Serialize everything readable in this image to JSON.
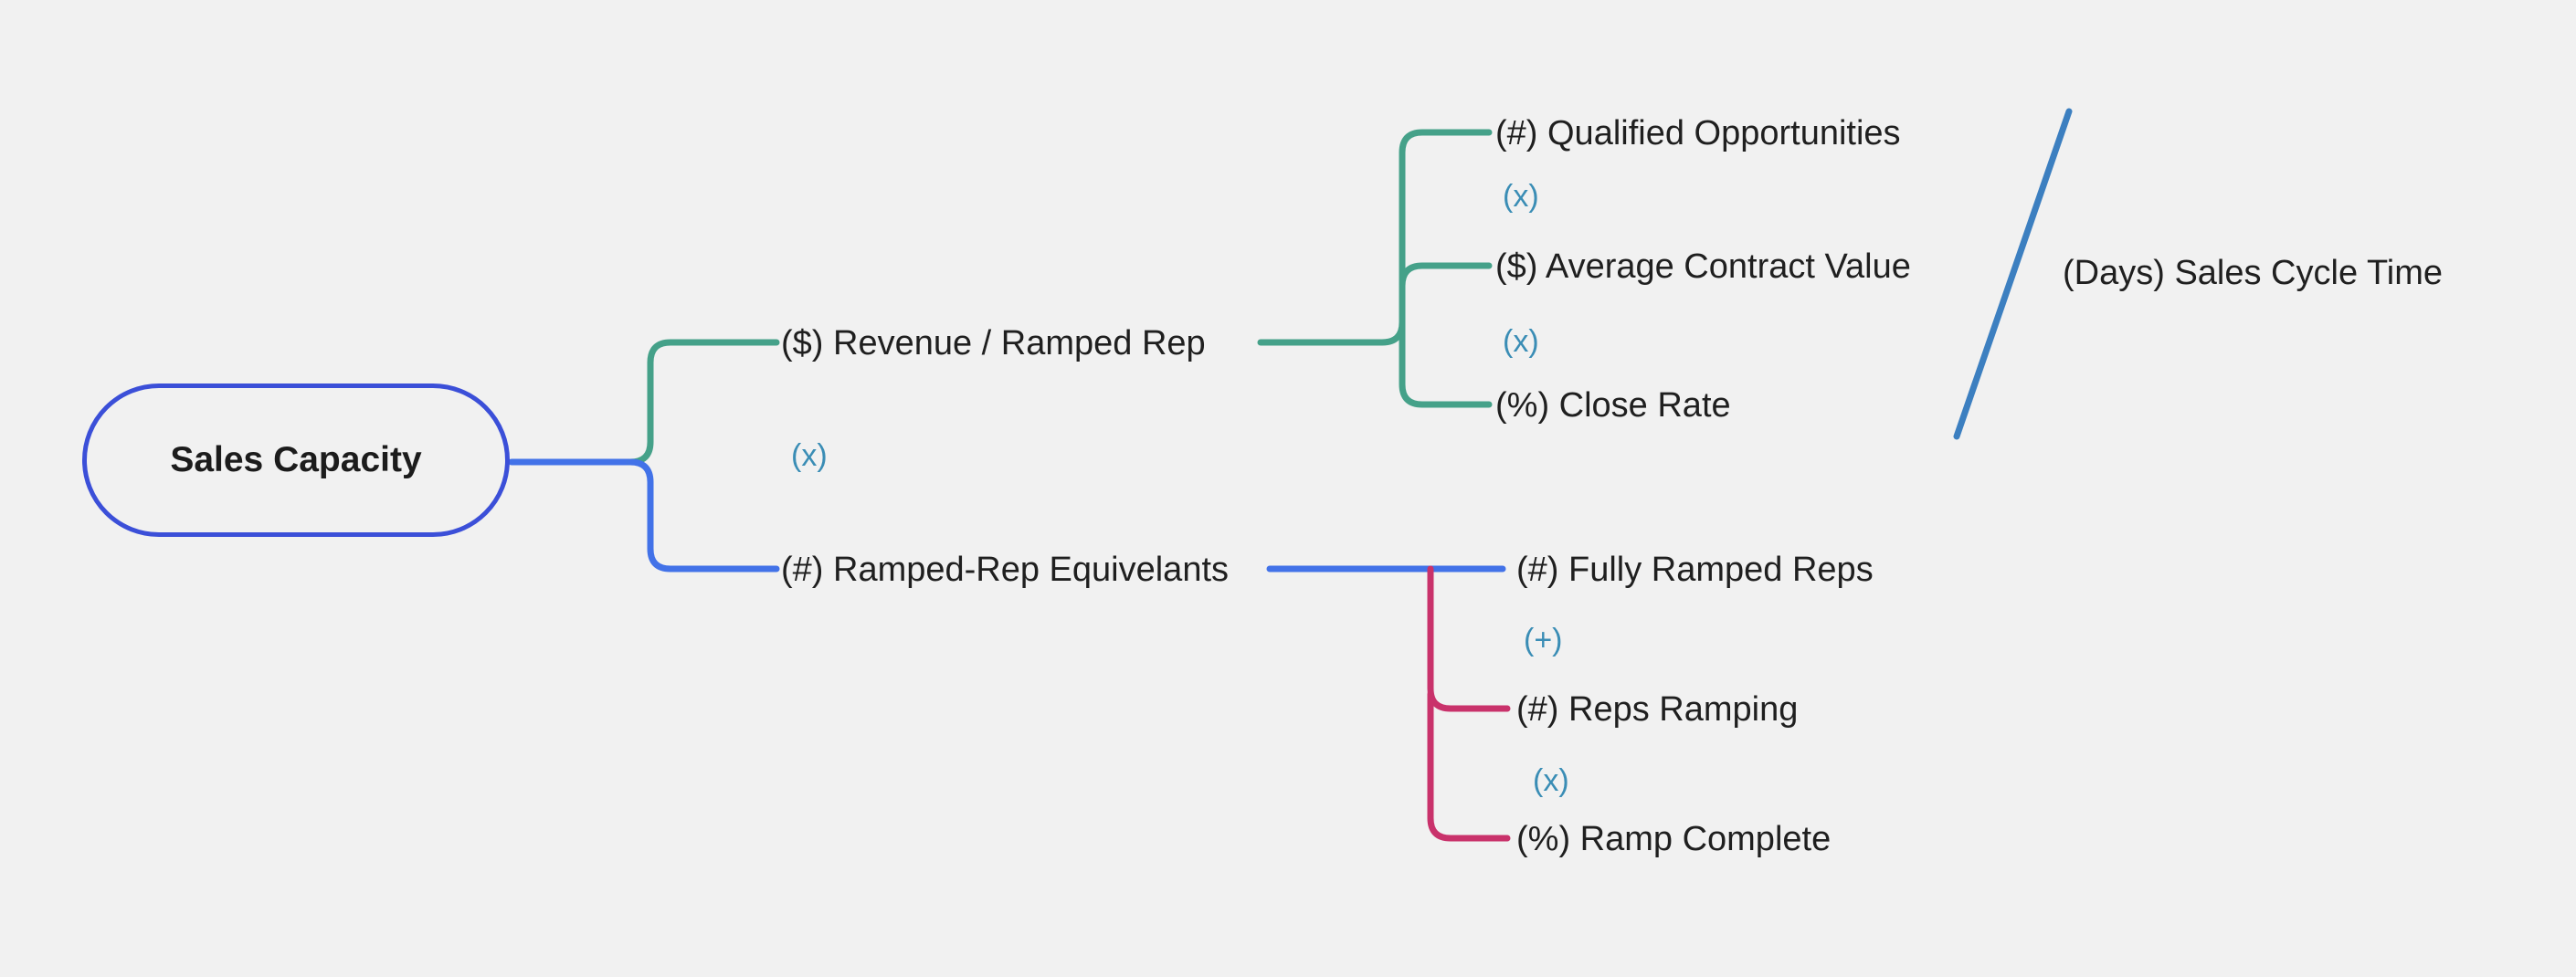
{
  "diagram": {
    "type": "metric-tree",
    "background_color": "#f1f1f1",
    "root": {
      "label": "Sales Capacity",
      "shape": "stadium",
      "border_color": "#3b4fd8"
    },
    "colors": {
      "root_border": "#3b4fd8",
      "branch_blue": "#4272e8",
      "branch_green": "#45a189",
      "branch_crimson": "#c9326b",
      "operator_text": "#3a8db5",
      "divider_line": "#3c7fc0",
      "label_text": "#1f1f1f"
    },
    "level1": [
      {
        "label": "($) Revenue / Ramped Rep",
        "connector_color": "#45a189",
        "children": [
          {
            "label": "(#) Qualified Opportunities",
            "connector_color": "#45a189"
          },
          {
            "label": "($) Average Contract Value",
            "connector_color": "#45a189"
          },
          {
            "label": "(%) Close Rate",
            "connector_color": "#45a189"
          }
        ],
        "child_operators": [
          "(x)",
          "(x)"
        ]
      },
      {
        "label": "(#) Ramped-Rep Equivelants",
        "connector_color": "#4272e8",
        "children": [
          {
            "label": "(#) Fully Ramped Reps",
            "connector_color": "#4272e8"
          },
          {
            "label": "(#) Reps Ramping",
            "connector_color": "#c9326b"
          },
          {
            "label": "(%) Ramp Complete",
            "connector_color": "#c9326b"
          }
        ],
        "child_operators": [
          "(+)",
          "(x)"
        ]
      }
    ],
    "root_operator": "(x)",
    "aside": {
      "label": "(Days) Sales Cycle Time",
      "divider_glyph": "slash",
      "divider_color": "#3c7fc0"
    }
  }
}
